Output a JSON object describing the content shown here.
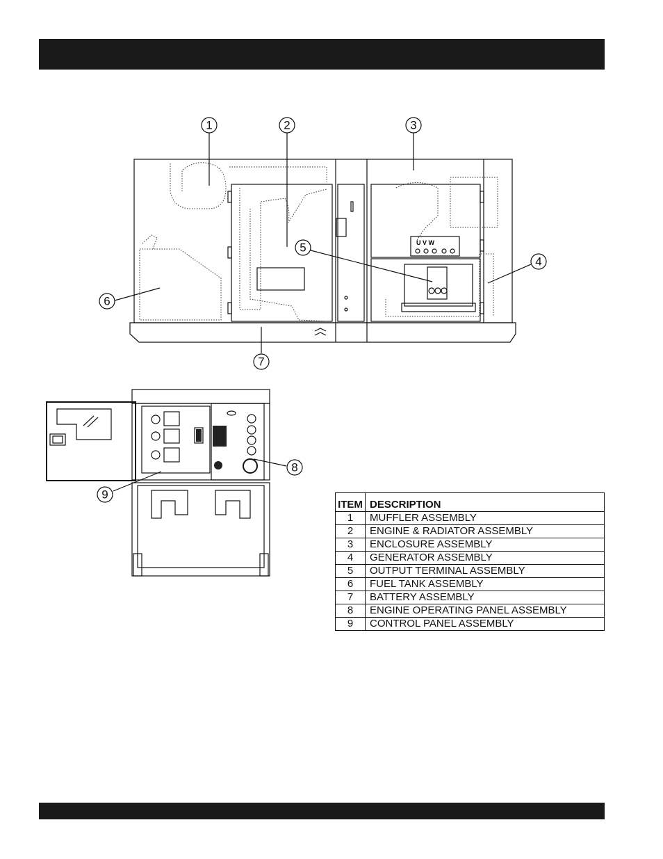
{
  "callouts": [
    "1",
    "2",
    "3",
    "4",
    "5",
    "6",
    "7",
    "8",
    "9"
  ],
  "panel_labels": {
    "terminal_letters": "U V W",
    "door_label": ""
  },
  "parts_table": {
    "headers": [
      "ITEM",
      "DESCRIPTION"
    ],
    "rows": [
      {
        "item": "1",
        "description": "MUFFLER ASSEMBLY"
      },
      {
        "item": "2",
        "description": "ENGINE & RADIATOR ASSEMBLY"
      },
      {
        "item": "3",
        "description": "ENCLOSURE ASSEMBLY"
      },
      {
        "item": "4",
        "description": "GENERATOR ASSEMBLY"
      },
      {
        "item": "5",
        "description": "OUTPUT TERMINAL ASSEMBLY"
      },
      {
        "item": "6",
        "description": "FUEL TANK  ASSEMBLY"
      },
      {
        "item": "7",
        "description": "BATTERY  ASSEMBLY"
      },
      {
        "item": "8",
        "description": "ENGINE OPERATING PANEL ASSEMBLY"
      },
      {
        "item": "9",
        "description": "CONTROL PANEL ASSEMBLY"
      }
    ]
  }
}
